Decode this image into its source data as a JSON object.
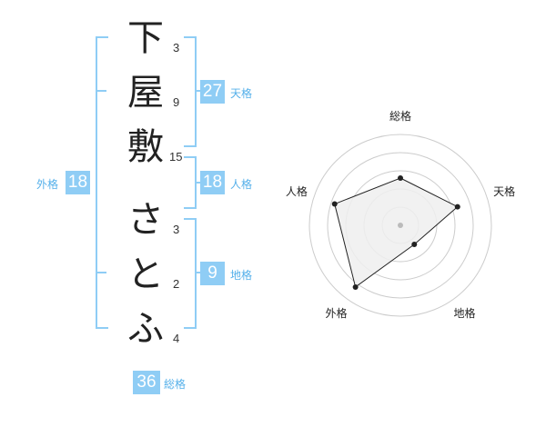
{
  "name_chars": [
    {
      "char": "下",
      "strokes": "3"
    },
    {
      "char": "屋",
      "strokes": "9"
    },
    {
      "char": "敷",
      "strokes": "15"
    },
    {
      "char": "さ",
      "strokes": "3"
    },
    {
      "char": "と",
      "strokes": "2"
    },
    {
      "char": "ふ",
      "strokes": "4"
    }
  ],
  "kaku": {
    "tenkaku": {
      "value": "27",
      "label": "天格"
    },
    "jinkaku": {
      "value": "18",
      "label": "人格"
    },
    "chikaku": {
      "value": "9",
      "label": "地格"
    },
    "gaikaku": {
      "value": "18",
      "label": "外格"
    },
    "soukaku": {
      "value": "36",
      "label": "総格"
    }
  },
  "chart_data": {
    "type": "radar",
    "axes": [
      "総格",
      "天格",
      "地格",
      "外格",
      "人格"
    ],
    "values": [
      2.6,
      3.3,
      1.3,
      4.2,
      3.8
    ],
    "max": 5,
    "rings": 5,
    "colors": {
      "grid": "#cccccc",
      "fill": "#eeeeee",
      "line": "#222222",
      "center": "#bbbbbb"
    }
  }
}
